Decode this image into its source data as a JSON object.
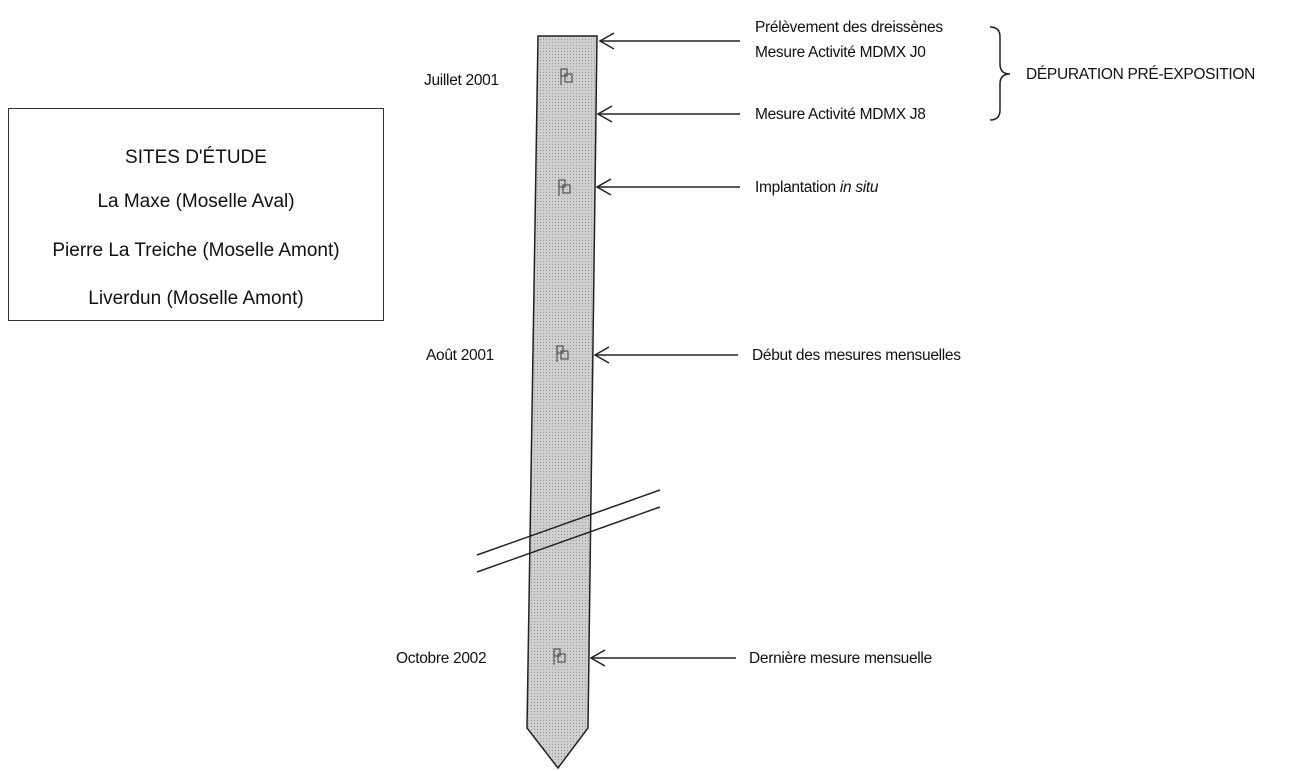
{
  "sites": {
    "title": "SITES D'ÉTUDE",
    "items": [
      "La Maxe (Moselle Aval)",
      "Pierre La Treiche (Moselle Amont)",
      "Liverdun (Moselle Amont)"
    ]
  },
  "dates": {
    "july": "Juillet 2001",
    "august": "Août 2001",
    "october": "Octobre 2002"
  },
  "events": {
    "collect": "Prélèvement des dreissènes",
    "measure_j0": "Mesure Activité MDMX J0",
    "measure_j8": "Mesure Activité MDMX J8",
    "implant_prefix": "Implantation ",
    "implant_italic": "in situ",
    "monthly_start": "Début des mesures mensuelles",
    "monthly_last": "Dernière mesure mensuelle"
  },
  "depuration": "DÉPURATION PRÉ-EXPOSITION",
  "colors": {
    "bar_fill": "#c8c8c8",
    "stroke": "#222222"
  }
}
